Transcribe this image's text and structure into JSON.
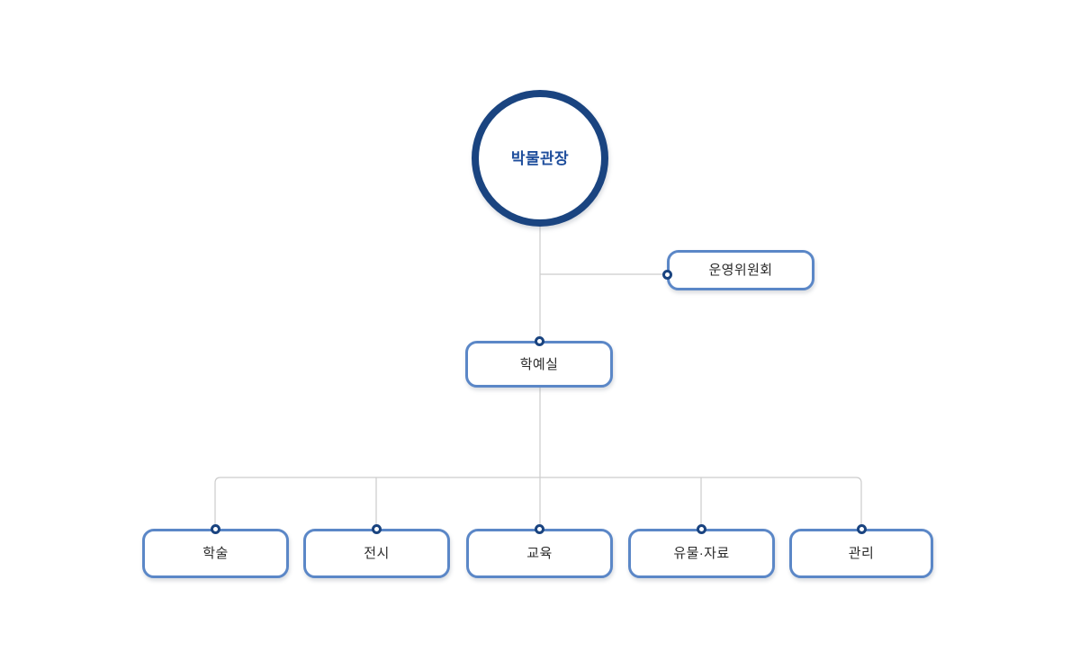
{
  "diagram": {
    "type": "organization-chart",
    "title": "",
    "background_color": "#ffffff",
    "colors": {
      "root_stroke": "#1a4480",
      "root_text": "#1f4e9c",
      "box_stroke": "#5b87c7",
      "box_text": "#2b2b2b",
      "connector_line": "#cccccc",
      "connector_dot": "#1a4480",
      "node_fill": "#ffffff"
    },
    "root": {
      "id": "root",
      "label": "박물관장",
      "shape": "circle"
    },
    "staff": [
      {
        "id": "operating-committee",
        "label": "운영위원회",
        "shape": "rounded-rect",
        "relation": "staff-branch-right"
      }
    ],
    "middle": [
      {
        "id": "curatorial-office",
        "label": "학예실",
        "shape": "rounded-rect",
        "relation": "child-of-root"
      }
    ],
    "teams": [
      {
        "id": "team-academic",
        "label": "학술",
        "shape": "rounded-rect"
      },
      {
        "id": "team-exhibition",
        "label": "전시",
        "shape": "rounded-rect"
      },
      {
        "id": "team-education",
        "label": "교육",
        "shape": "rounded-rect"
      },
      {
        "id": "team-artifacts",
        "label": "유물·자료",
        "shape": "rounded-rect"
      },
      {
        "id": "team-management",
        "label": "관리",
        "shape": "rounded-rect"
      }
    ]
  }
}
